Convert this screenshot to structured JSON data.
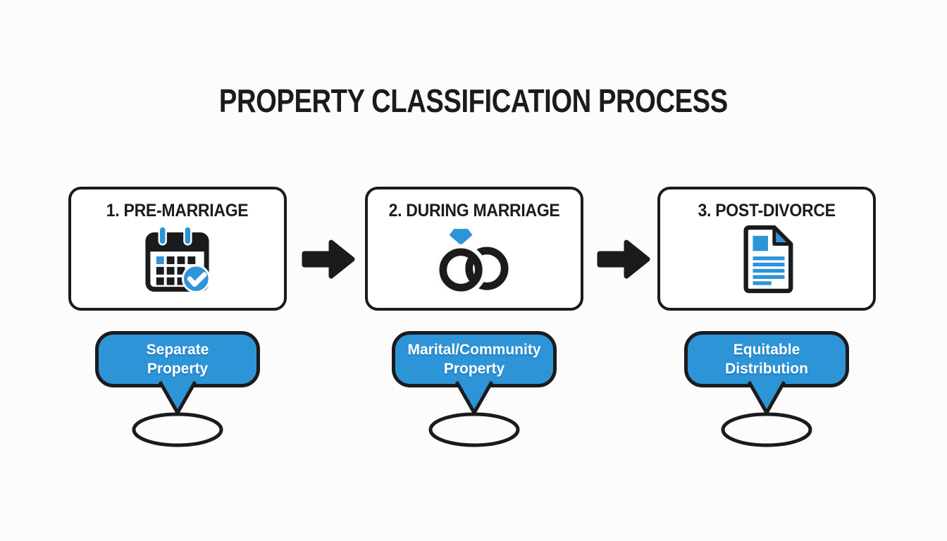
{
  "title": "PROPERTY CLASSIFICATION PROCESS",
  "colors": {
    "accent_blue": "#2e94d8",
    "ink_black": "#1b1b1d",
    "background": "#fcfcfc",
    "callout_text": "#ffffff",
    "box_fill": "#ffffff"
  },
  "stages": [
    {
      "step_label": "1. PRE-MARRIAGE",
      "icon": "calendar-check-icon",
      "callout": {
        "line1": "Separate",
        "line2": "Property"
      }
    },
    {
      "step_label": "2. DURING MARRIAGE",
      "icon": "wedding-rings-icon",
      "callout": {
        "line1": "Marital/Community",
        "line2": "Property"
      }
    },
    {
      "step_label": "3. POST-DIVORCE",
      "icon": "legal-document-icon",
      "callout": {
        "line1": "Equitable",
        "line2": "Distribution"
      }
    }
  ],
  "connectors": {
    "icon": "arrow-right-icon",
    "count": 2
  }
}
